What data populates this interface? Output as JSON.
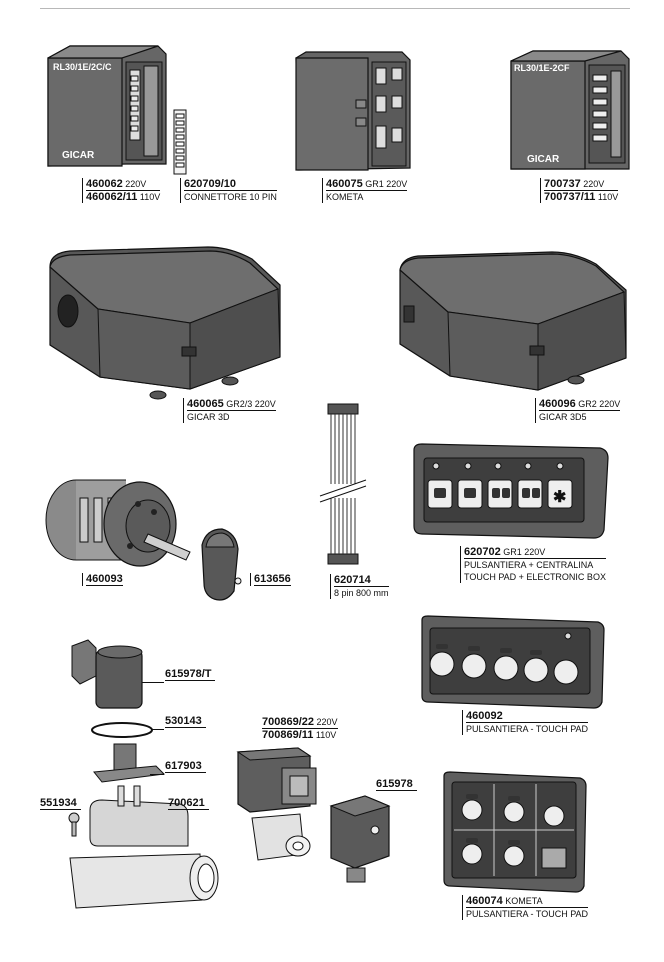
{
  "products": [
    {
      "id": "p1",
      "code": "460062",
      "spec": "220V",
      "code2": "460062/11",
      "spec2": "110V",
      "desc": "",
      "box_text": "RL30/1E/2C/C",
      "box_brand": "GICAR"
    },
    {
      "id": "p2",
      "code": "620709/10",
      "spec": "",
      "desc": "CONNETTORE 10 PIN"
    },
    {
      "id": "p3",
      "code": "460075",
      "spec": "GR1 220V",
      "desc": "KOMETA"
    },
    {
      "id": "p4",
      "code": "700737",
      "spec": "220V",
      "code2": "700737/11",
      "spec2": "110V",
      "desc": "",
      "box_text": "RL30/1E-2CF",
      "box_brand": "GICAR"
    },
    {
      "id": "p5",
      "code": "460065",
      "spec": "GR2/3 220V",
      "desc": "GICAR 3D"
    },
    {
      "id": "p6",
      "code": "460096",
      "spec": "GR2 220V",
      "desc": "GICAR 3D5"
    },
    {
      "id": "p7",
      "code": "620714",
      "spec": "",
      "desc": "8 pin 800 mm"
    },
    {
      "id": "p8",
      "code": "620702",
      "spec": "GR1 220V",
      "desc": "PULSANTIERA + CENTRALINA",
      "desc2": "TOUCH PAD + ELECTRONIC BOX"
    },
    {
      "id": "p9",
      "code": "460093",
      "spec": "",
      "desc": ""
    },
    {
      "id": "p10",
      "code": "613656",
      "spec": "",
      "desc": ""
    },
    {
      "id": "p11",
      "code": "460092",
      "spec": "",
      "desc": "PULSANTIERA - TOUCH PAD"
    },
    {
      "id": "p12",
      "code": "460074",
      "spec": "KOMETA",
      "desc": "PULSANTIERA - TOUCH PAD"
    }
  ],
  "valve_parts": {
    "coil": "615978/T",
    "oring": "530143",
    "core": "617903",
    "screw": "551934",
    "valve": "700621"
  },
  "solenoid": {
    "code": "700869/22",
    "spec": "220V",
    "code2": "700869/11",
    "spec2": "110V",
    "connector": "615978"
  },
  "colors": {
    "box_fill": "#606060",
    "box_dark": "#3f3f3f",
    "line": "#111111",
    "metal": "#9a9a9a"
  }
}
